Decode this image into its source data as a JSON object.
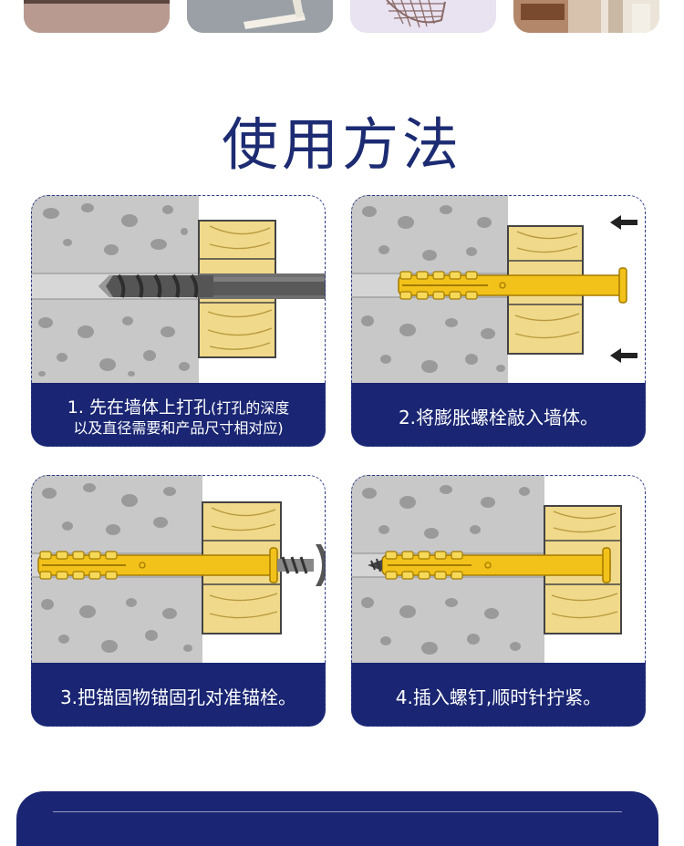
{
  "section_title": "使用方法",
  "thumbnails": [
    {
      "name": "carpet-floor-photo"
    },
    {
      "name": "wall-shelf-photo"
    },
    {
      "name": "wire-basket-photo"
    },
    {
      "name": "room-interior-photo"
    }
  ],
  "steps": [
    {
      "line1": "1. 先在墙体上打孔",
      "line1_small": "(打孔的深度",
      "line2": "以及直径需要和产品尺寸相对应)"
    },
    {
      "caption": "2.将膨胀螺栓敲入墙体。"
    },
    {
      "caption": "3.把锚固物锚固孔对准锚栓。"
    },
    {
      "caption": "4.插入螺钉,顺时针拧紧。"
    }
  ],
  "colors": {
    "navy": "#1a2673",
    "title": "#1c2b72",
    "concrete": "#c8c8c8",
    "speckle": "#9a9a9a",
    "wood": "#f0d98a",
    "anchor": "#f2c21a"
  }
}
